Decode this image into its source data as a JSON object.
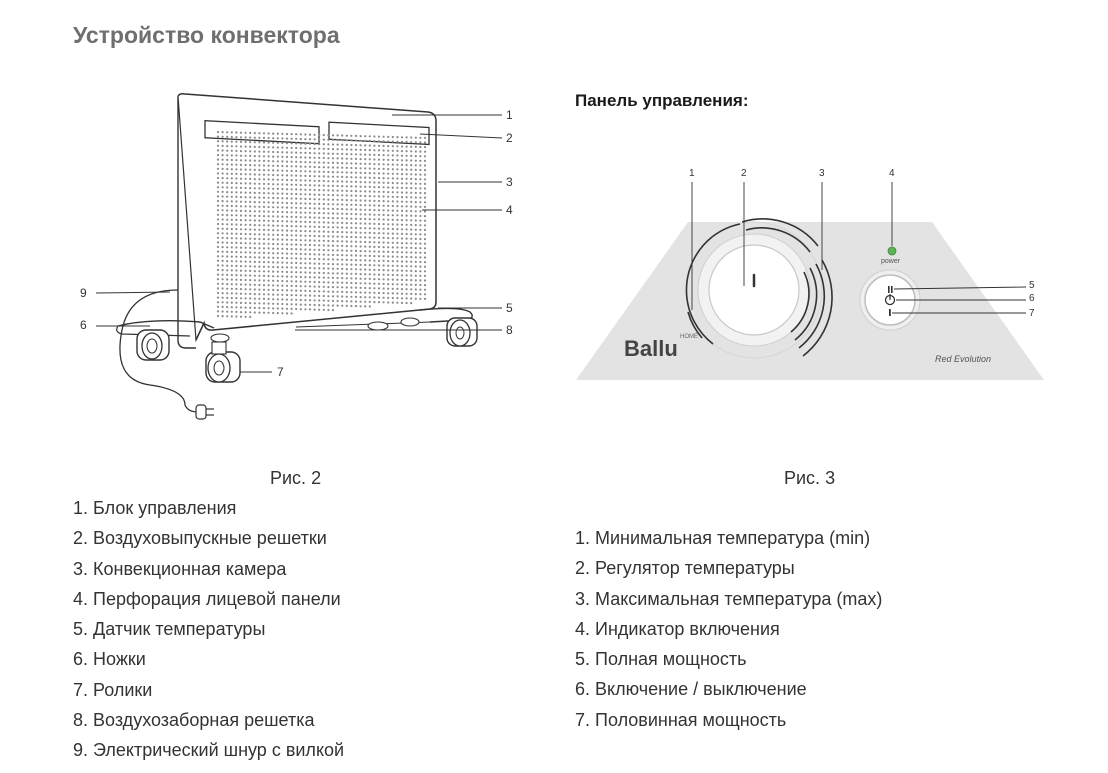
{
  "page": {
    "title": "Устройство конвектора",
    "panel_title": "Панель управления:"
  },
  "fig2": {
    "caption": "Рис. 2",
    "callouts": [
      "1",
      "2",
      "3",
      "4",
      "5",
      "6",
      "7",
      "8",
      "9"
    ],
    "legend": [
      "1. Блок управления",
      "2. Воздуховыпускные решетки",
      "3. Конвекционная камера",
      "4. Перфорация лицевой панели",
      "5. Датчик температуры",
      "6. Ножки",
      "7. Ролики",
      "8. Воздухозаборная решетка",
      "9. Электрический шнур с вилкой"
    ]
  },
  "fig3": {
    "caption": "Рис. 3",
    "callouts": [
      "1",
      "2",
      "3",
      "4",
      "5",
      "6",
      "7"
    ],
    "brand": "Ballu",
    "brand_sub": "HOME",
    "model": "Red Evolution",
    "power_label": "power",
    "legend": [
      "1. Минимальная температура (min)",
      "2. Регулятор температуры",
      "3. Максимальная температура (max)",
      "4. Индикатор включения",
      "5. Полная мощность",
      "6. Включение / выключение",
      "7. Половинная мощность"
    ]
  },
  "colors": {
    "panel_fill": "#e3e3e3",
    "indicator_green": "#5db35a",
    "line": "#333333"
  }
}
